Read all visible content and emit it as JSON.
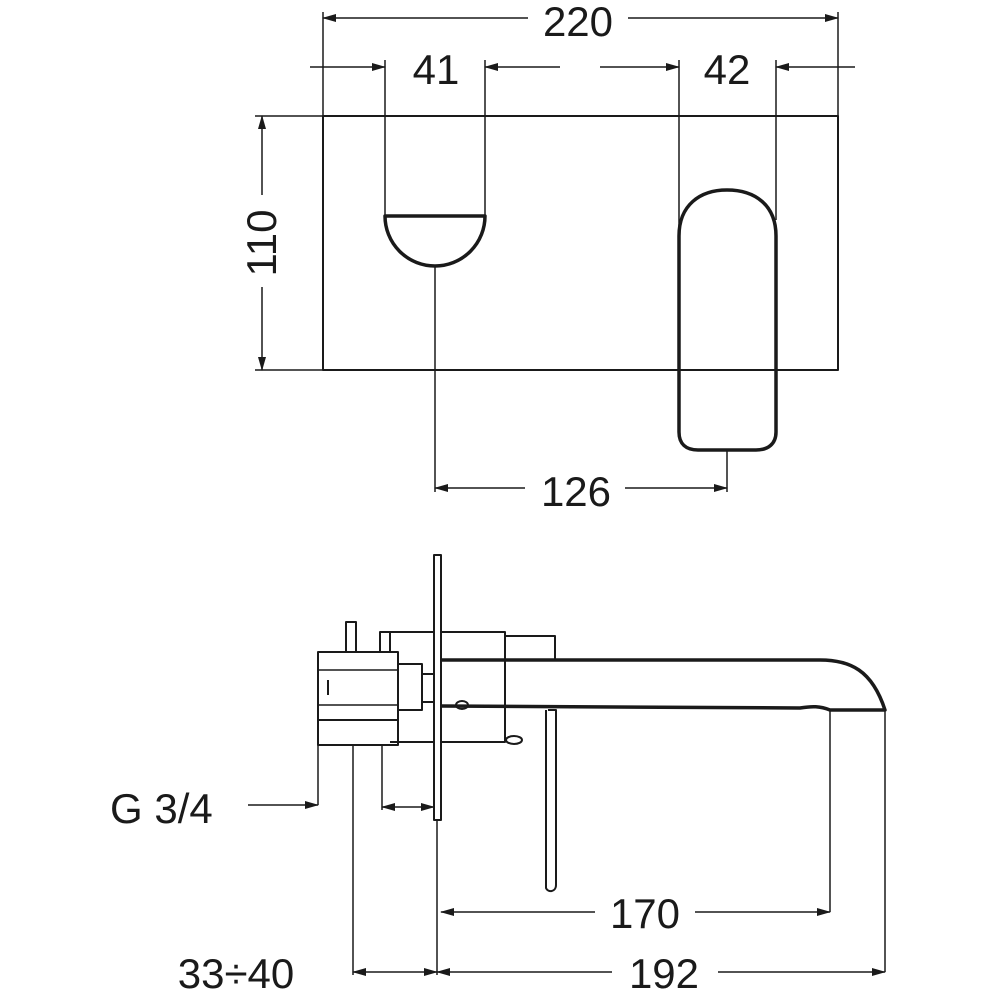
{
  "dimensions": {
    "overall_width": "220",
    "left_offset": "41",
    "right_offset": "42",
    "plate_height": "110",
    "spout_lever_spacing": "126",
    "thread": "G 3/4",
    "spout_projection": "170",
    "wall_adjustment": "33÷40",
    "overall_depth": "192"
  }
}
